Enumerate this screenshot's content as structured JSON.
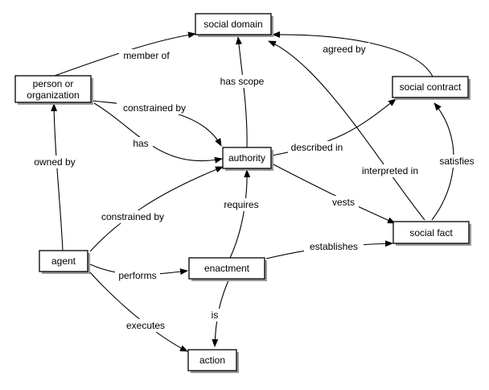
{
  "nodes": {
    "social_domain": {
      "label": [
        "social domain"
      ]
    },
    "person_or_organization": {
      "label": [
        "person or",
        "organization"
      ]
    },
    "social_contract": {
      "label": [
        "social contract"
      ]
    },
    "authority": {
      "label": [
        "authority"
      ]
    },
    "social_fact": {
      "label": [
        "social fact"
      ]
    },
    "agent": {
      "label": [
        "agent"
      ]
    },
    "enactment": {
      "label": [
        "enactment"
      ]
    },
    "action": {
      "label": [
        "action"
      ]
    }
  },
  "edges": {
    "member_of": {
      "label": "member of",
      "from": "person_or_organization",
      "to": "social_domain"
    },
    "agreed_by": {
      "label": "agreed by",
      "from": "social_contract",
      "to": "social_domain"
    },
    "has_scope": {
      "label": "has scope",
      "from": "authority",
      "to": "social_domain"
    },
    "constrained_by_person": {
      "label": "constrained by",
      "from": "person_or_organization",
      "to": "authority"
    },
    "has": {
      "label": "has",
      "from": "person_or_organization",
      "to": "authority"
    },
    "described_in": {
      "label": "described in",
      "from": "authority",
      "to": "social_contract"
    },
    "interpreted_in": {
      "label": "interpreted in",
      "from": "social_fact",
      "to": "social_domain"
    },
    "satisfies": {
      "label": "satisfies",
      "from": "social_fact",
      "to": "social_contract"
    },
    "owned_by": {
      "label": "owned by",
      "from": "agent",
      "to": "person_or_organization"
    },
    "constrained_by_agent": {
      "label": "constrained by",
      "from": "agent",
      "to": "authority"
    },
    "requires": {
      "label": "requires",
      "from": "enactment",
      "to": "authority"
    },
    "vests": {
      "label": "vests",
      "from": "authority",
      "to": "social_fact"
    },
    "establishes": {
      "label": "establishes",
      "from": "enactment",
      "to": "social_fact"
    },
    "performs": {
      "label": "performs",
      "from": "agent",
      "to": "enactment"
    },
    "executes": {
      "label": "executes",
      "from": "agent",
      "to": "action"
    },
    "is": {
      "label": "is",
      "from": "enactment",
      "to": "action"
    }
  }
}
